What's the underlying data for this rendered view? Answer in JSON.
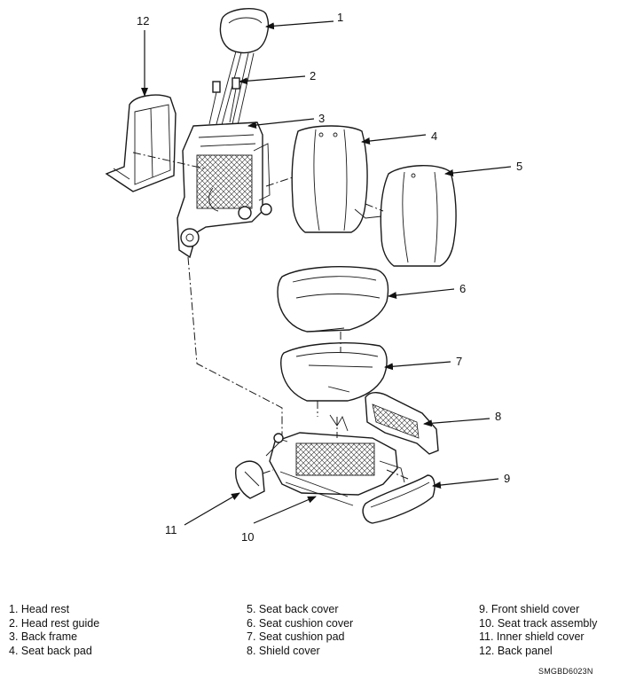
{
  "callouts": [
    "1",
    "2",
    "3",
    "4",
    "5",
    "6",
    "7",
    "8",
    "9",
    "10",
    "11",
    "12"
  ],
  "legend": {
    "col1": [
      "1. Head rest",
      "2. Head rest guide",
      "3. Back frame",
      "4. Seat back pad"
    ],
    "col2": [
      "5. Seat back cover",
      "6. Seat cushion cover",
      "7. Seat cushion pad",
      "8. Shield cover"
    ],
    "col3": [
      "9. Front shield cover",
      "10. Seat track assembly",
      "11. Inner shield cover",
      "12. Back panel"
    ]
  },
  "figure_code": "SMGBD6023N"
}
